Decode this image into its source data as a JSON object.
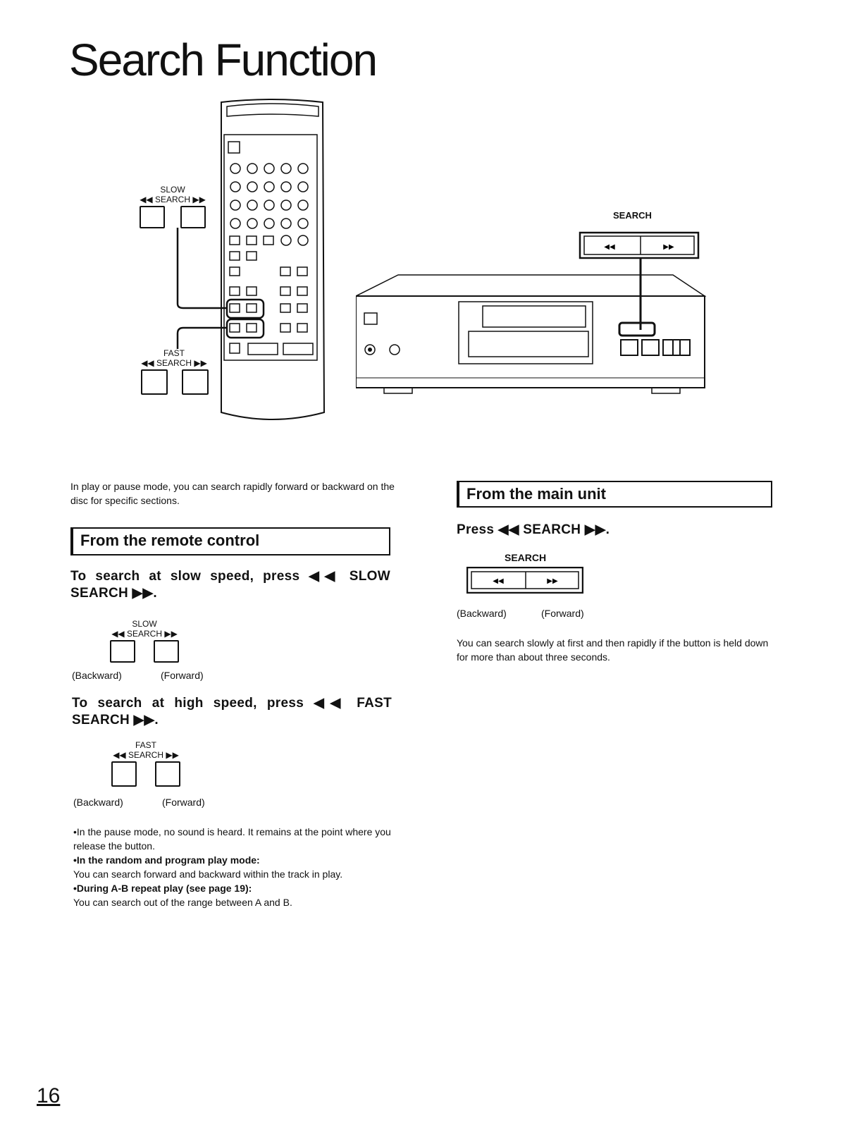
{
  "page": {
    "title": "Search Function",
    "page_number": "16"
  },
  "illustration": {
    "remote_slow_label": "SLOW",
    "remote_slow_search": "◀◀ SEARCH ▶▶",
    "remote_fast_label": "FAST",
    "remote_fast_search": "◀◀ SEARCH ▶▶",
    "unit_search_label": "SEARCH"
  },
  "intro": "In play or pause mode, you can search rapidly forward or backward on the disc for specific sections.",
  "remote_section": {
    "heading": "From the remote control",
    "slow_step": "To search at slow speed, press ◀◀ SLOW SEARCH ▶▶.",
    "slow_label": "SLOW",
    "slow_search": "◀◀ SEARCH ▶▶",
    "backward": "(Backward)",
    "forward": "(Forward)",
    "fast_step": "To search at high speed, press ◀◀ FAST SEARCH ▶▶.",
    "fast_label": "FAST",
    "fast_search": "◀◀ SEARCH ▶▶",
    "notes": [
      "•In the pause mode, no sound is heard. It remains at the point where you release the button.",
      "•In the random and program play mode:",
      "You can search forward and backward within the track in play.",
      "•During A-B repeat play (see page 19):",
      "You can search out of the range between A and B."
    ]
  },
  "main_section": {
    "heading": "From the main unit",
    "step": "Press ◀◀ SEARCH ▶▶.",
    "search_label": "SEARCH",
    "backward": "(Backward)",
    "forward": "(Forward)",
    "note": "You can search slowly at first and then rapidly if the button is held down for more than about three seconds."
  }
}
